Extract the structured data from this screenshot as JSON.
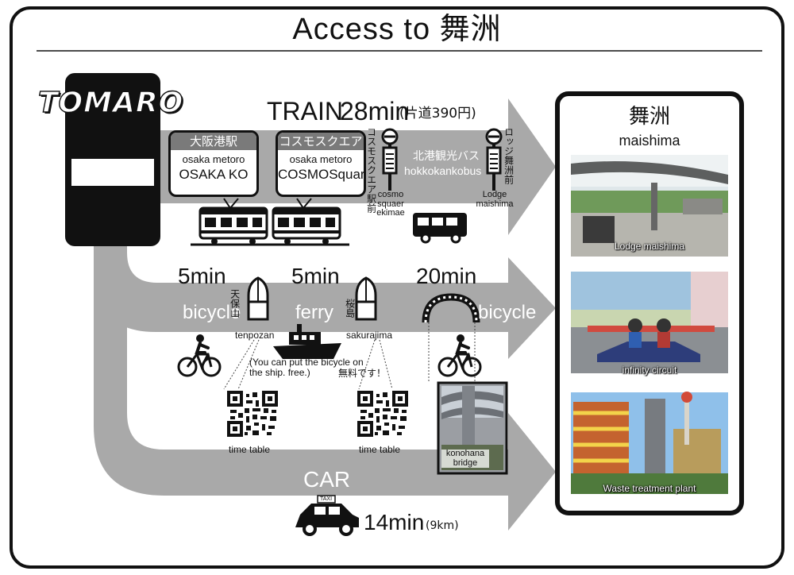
{
  "title": "Access to 舞洲",
  "origin": "TOMARO",
  "train": {
    "label": "TRAIN",
    "duration": "28min",
    "fare": "(片道390円)",
    "stations": [
      {
        "header": "大阪港駅",
        "line1": "osaka metoro",
        "line2": "OSAKA KO"
      },
      {
        "header": "コスモスクエア",
        "line1": "osaka metoro",
        "line2": "COSMOSquare"
      }
    ],
    "bus_stop_start_jp": "コスモスクエア駅前",
    "bus_stop_start_en": "cosmo squaer ekimae",
    "bus_name_jp": "北港観光バス",
    "bus_name_en": "hokkokankobus",
    "bus_stop_end_jp": "ロッジ舞洲前",
    "bus_stop_end_en": "Lodge maishima"
  },
  "bicycle_route": {
    "leg1_duration": "5min",
    "leg1_mode": "bicycle",
    "port1_jp": "天保山",
    "port1_en": "tenpozan",
    "leg2_duration": "5min",
    "leg2_mode": "ferry",
    "port2_jp": "桜島",
    "port2_en": "sakurajima",
    "leg3_duration": "20min",
    "leg3_mode": "bicycle",
    "ferry_note": "(You can put the bicycle on the ship. free.)",
    "ferry_note_jp": "無料です！",
    "qr1_caption": "time table",
    "qr2_caption": "time table",
    "bridge_caption": "konohana bridge"
  },
  "car": {
    "label": "CAR",
    "duration": "14min",
    "distance": "(9km)",
    "taxi_sign": "TAXI"
  },
  "destination": {
    "name_jp": "舞洲",
    "name_en": "maishima",
    "spots": [
      "Lodge maishima",
      "infinity circuit",
      "Waste treatment plant"
    ]
  },
  "colors": {
    "arrow": "#a9a9a9",
    "border": "#111111",
    "station_header": "#7a7a7a"
  },
  "icons": [
    "train-icon",
    "bus-icon",
    "bus-stop-icon",
    "boat-icon",
    "ship-icon",
    "bicycle-icon",
    "bridge-icon",
    "taxi-icon",
    "qr-code-icon"
  ]
}
